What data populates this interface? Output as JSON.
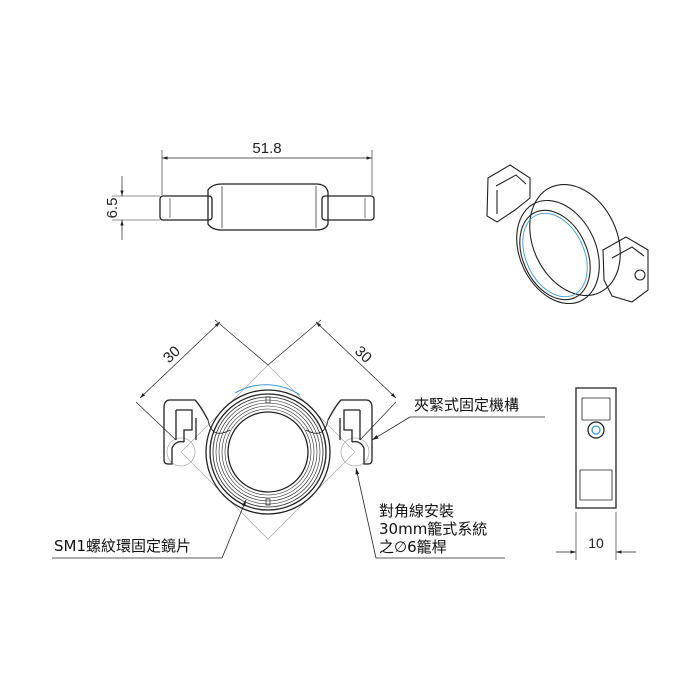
{
  "dimensions": {
    "overall_length": "51.8",
    "rod_height": "6.5",
    "diagonal_left": "30",
    "diagonal_right": "30",
    "side_width": "10"
  },
  "annotations": {
    "clamp_mechanism": "夾緊式固定機構",
    "cage_rod_line1": "對角線安裝",
    "cage_rod_line2": "30mm籠式系統",
    "cage_rod_line3": "之∅6籠桿",
    "sm1_lens": "SM1螺紋環固定鏡片"
  },
  "colors": {
    "line": "#222222",
    "construction": "#b0b0b0",
    "lens_accent": "#3a9ad9"
  }
}
